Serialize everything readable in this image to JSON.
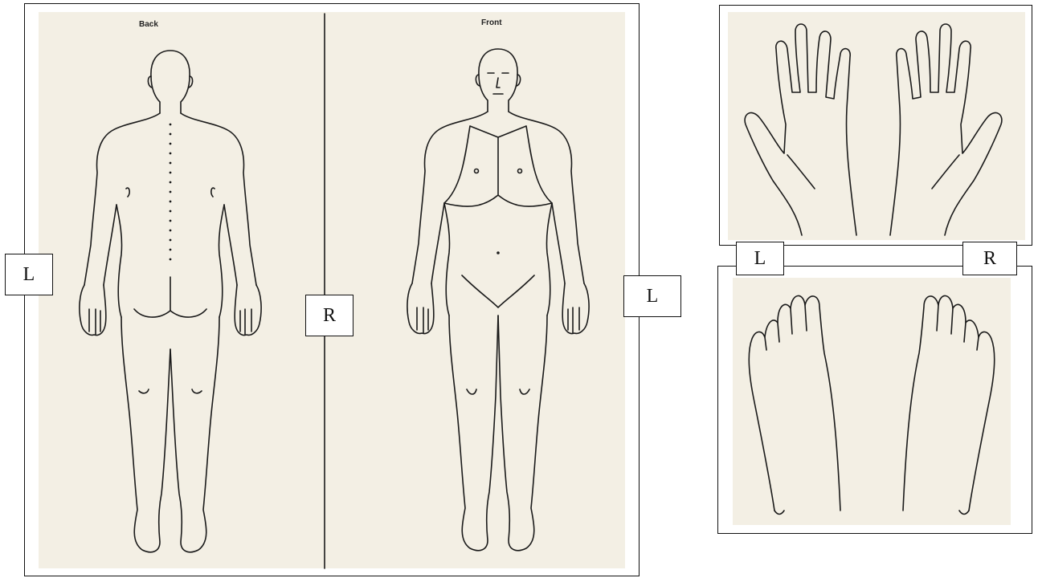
{
  "body_chart": {
    "back_title": "Back",
    "front_title": "Front",
    "label_left_back": "L",
    "label_center": "R",
    "label_right_front": "L"
  },
  "extremities": {
    "label_left": "L",
    "label_right": "R"
  },
  "colors": {
    "paper": "#f3efe4",
    "line": "#1a1a1a",
    "border": "#111111"
  }
}
